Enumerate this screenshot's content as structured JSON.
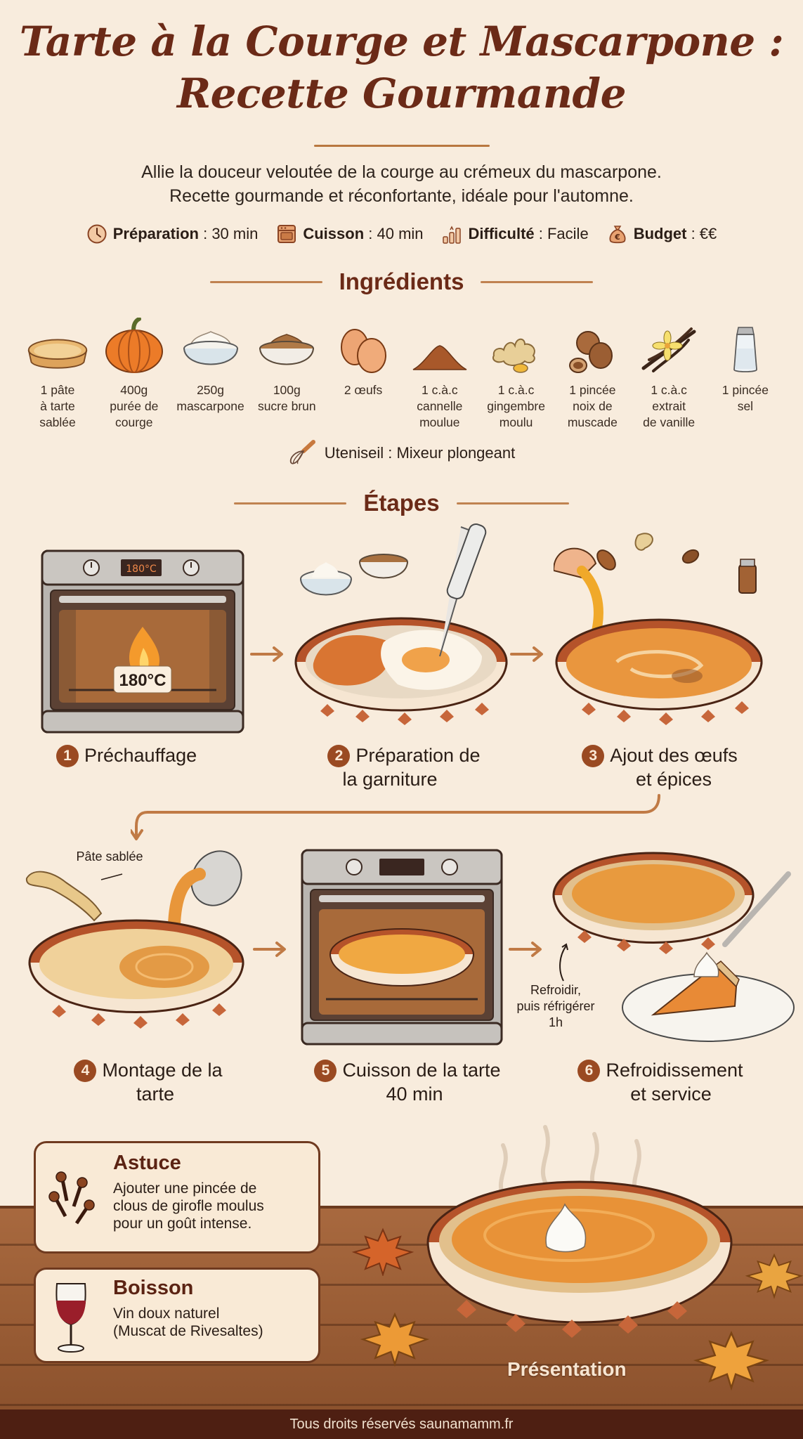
{
  "header": {
    "title_line1": "Tarte à la Courge et Mascarpone :",
    "title_line2": "Recette Gourmande",
    "subtitle_line1": "Allie la douceur veloutée de la courge au crémeux du mascarpone.",
    "subtitle_line2": "Recette gourmande et réconfortante, idéale pour l'automne."
  },
  "meta": [
    {
      "icon": "clock-icon",
      "label": "Préparation",
      "value": " : 30 min"
    },
    {
      "icon": "oven-icon",
      "label": "Cuisson",
      "value": " : 40 min"
    },
    {
      "icon": "difficulty-bars-icon",
      "label": "Difficulté",
      "value": " : Facile"
    },
    {
      "icon": "money-bag-icon",
      "label": "Budget",
      "value": " : €€"
    }
  ],
  "ingredients_section": {
    "heading": "Ingrédients",
    "items": [
      {
        "icon": "tart-shell-icon",
        "label": "1 pâte\nà tarte\nsablée"
      },
      {
        "icon": "pumpkin-icon",
        "label": "400g\npurée de\ncourge"
      },
      {
        "icon": "mascarpone-bowl-icon",
        "label": "250g\nmascarpone"
      },
      {
        "icon": "brown-sugar-bowl-icon",
        "label": "100g\nsucre brun"
      },
      {
        "icon": "eggs-icon",
        "label": "2 œufs"
      },
      {
        "icon": "cinnamon-powder-icon",
        "label": "1 c.à.c\ncannelle\nmoulue"
      },
      {
        "icon": "ginger-icon",
        "label": "1 c.à.c\ngingembre\nmoulu"
      },
      {
        "icon": "nutmeg-icon",
        "label": "1 pincée\nnoix de\nmuscade"
      },
      {
        "icon": "vanilla-icon",
        "label": "1 c.à.c\nextrait\nde vanille"
      },
      {
        "icon": "salt-shaker-icon",
        "label": "1 pincée\nsel"
      }
    ],
    "utensil": "Uteniseil : Mixeur plongeant"
  },
  "steps_section": {
    "heading": "Étapes",
    "oven_display": "180°C",
    "oven_temp_badge": "180°C",
    "steps": [
      {
        "num": "1",
        "line1": "Préchauffage",
        "line2": ""
      },
      {
        "num": "2",
        "line1": "Préparation de",
        "line2": "la garniture"
      },
      {
        "num": "3",
        "line1": "Ajout des œufs",
        "line2": "et épices"
      },
      {
        "num": "4",
        "line1": "Montage de la",
        "line2": "tarte"
      },
      {
        "num": "5",
        "line1": "Cuisson de la tarte",
        "line2": "40 min"
      },
      {
        "num": "6",
        "line1": "Refroidissement",
        "line2": "et service"
      }
    ],
    "callouts": {
      "pate_sablee": "Pâte sablée",
      "refroidir_line1": "Refroidir,",
      "refroidir_line2": "puis réfrigérer",
      "refroidir_line3": "1h"
    }
  },
  "tips": {
    "astuce": {
      "title": "Astuce",
      "text": "Ajouter une pincée de\nclous de girofle moulus\npour un goût intense."
    },
    "boisson": {
      "title": "Boisson",
      "text": "Vin doux naturel\n(Muscat de Rivesaltes)"
    }
  },
  "presentation_label": "Présentation",
  "footer": "Tous droits réservés saunamamm.fr",
  "colors": {
    "background": "#f8ecdd",
    "title_brown": "#6b2a17",
    "accent_orange": "#c07a45",
    "badge_brown": "#9a4a22",
    "wood": "#9b5e36",
    "footer_bar": "#4e1f12"
  }
}
